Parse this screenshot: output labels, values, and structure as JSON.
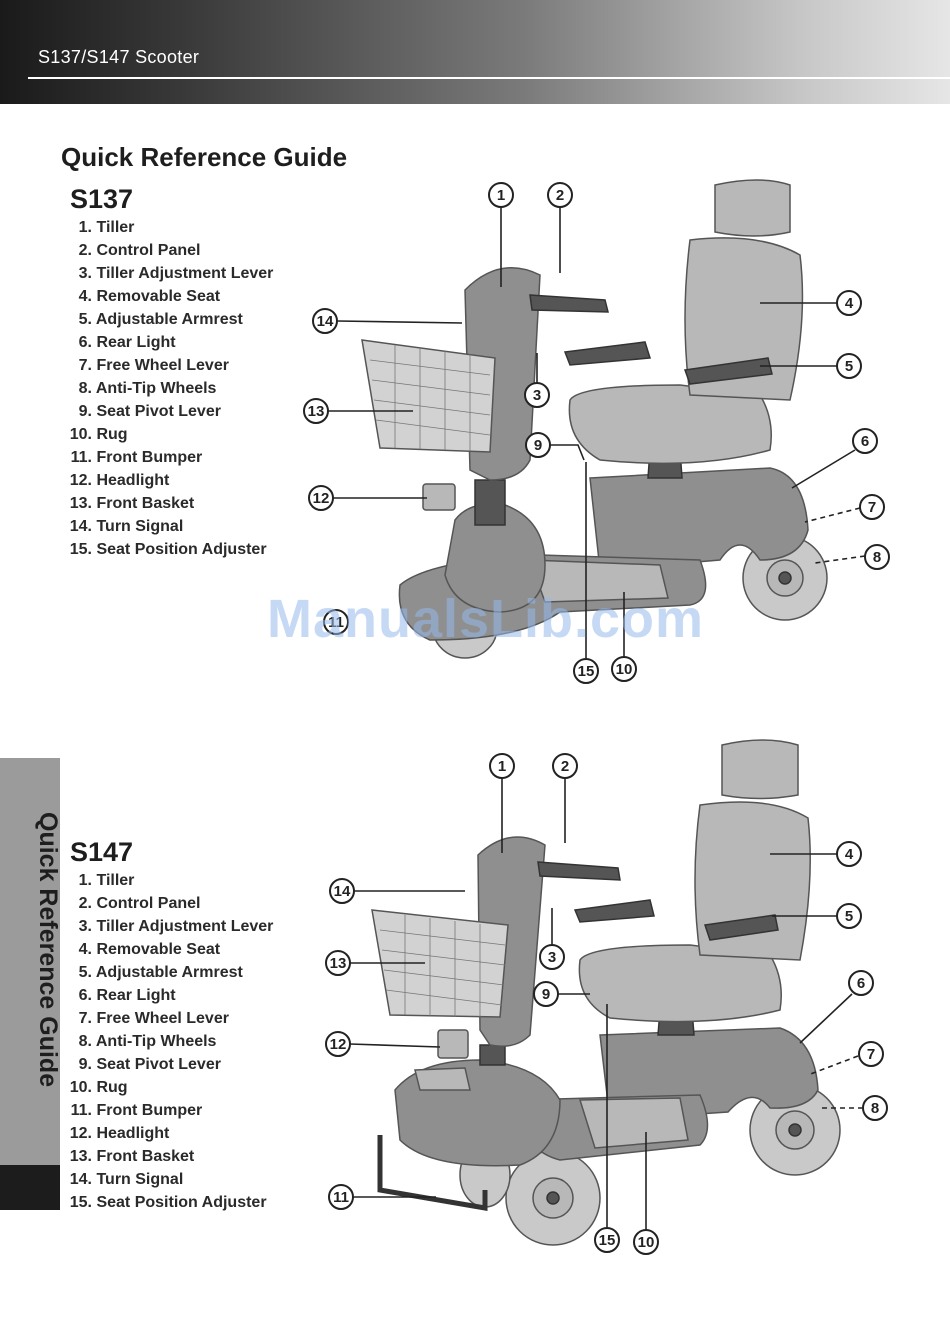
{
  "header": {
    "title": "S137/S147  Scooter"
  },
  "page_title": "Quick Reference Guide",
  "side_tab": {
    "label": "Quick Reference Guide"
  },
  "watermark": "ManualsLib.com",
  "models": [
    {
      "name": "S137",
      "parts": [
        {
          "num": "1.",
          "label": "Tiller"
        },
        {
          "num": "2.",
          "label": "Control Panel"
        },
        {
          "num": "3.",
          "label": "Tiller Adjustment Lever"
        },
        {
          "num": "4.",
          "label": "Removable Seat"
        },
        {
          "num": "5.",
          "label": "Adjustable Armrest"
        },
        {
          "num": "6.",
          "label": "Rear Light"
        },
        {
          "num": "7.",
          "label": "Free Wheel Lever"
        },
        {
          "num": "8.",
          "label": "Anti-Tip Wheels"
        },
        {
          "num": "9.",
          "label": "Seat Pivot Lever"
        },
        {
          "num": "10.",
          "label": "Rug"
        },
        {
          "num": "11.",
          "label": "Front Bumper"
        },
        {
          "num": "12.",
          "label": "Headlight"
        },
        {
          "num": "13.",
          "label": "Front Basket"
        },
        {
          "num": "14.",
          "label": "Turn Signal"
        },
        {
          "num": "15.",
          "label": "Seat Position Adjuster"
        }
      ],
      "callouts": [
        "1",
        "2",
        "3",
        "4",
        "5",
        "6",
        "7",
        "8",
        "9",
        "10",
        "11",
        "12",
        "13",
        "14",
        "15"
      ]
    },
    {
      "name": "S147",
      "parts": [
        {
          "num": "1.",
          "label": "Tiller"
        },
        {
          "num": "2.",
          "label": "Control Panel"
        },
        {
          "num": "3.",
          "label": "Tiller Adjustment Lever"
        },
        {
          "num": "4.",
          "label": "Removable Seat"
        },
        {
          "num": "5.",
          "label": "Adjustable Armrest"
        },
        {
          "num": "6.",
          "label": "Rear Light"
        },
        {
          "num": "7.",
          "label": "Free Wheel Lever"
        },
        {
          "num": "8.",
          "label": "Anti-Tip Wheels"
        },
        {
          "num": "9.",
          "label": "Seat Pivot Lever"
        },
        {
          "num": "10.",
          "label": "Rug"
        },
        {
          "num": "11.",
          "label": "Front Bumper"
        },
        {
          "num": "12.",
          "label": "Headlight"
        },
        {
          "num": "13.",
          "label": "Front Basket"
        },
        {
          "num": "14.",
          "label": "Turn Signal"
        },
        {
          "num": "15.",
          "label": "Seat Position Adjuster"
        }
      ],
      "callouts": [
        "1",
        "2",
        "3",
        "4",
        "5",
        "6",
        "7",
        "8",
        "9",
        "10",
        "11",
        "12",
        "13",
        "14",
        "15"
      ]
    }
  ]
}
